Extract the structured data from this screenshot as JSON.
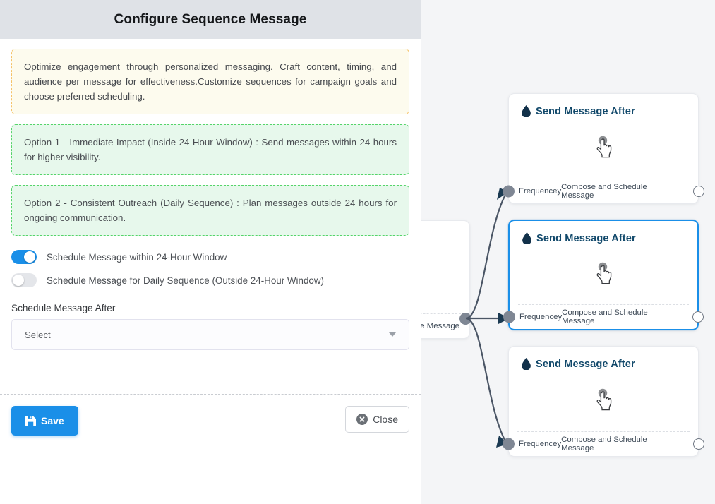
{
  "panel": {
    "title": "Configure Sequence Message",
    "notes": [
      {
        "kind": "info",
        "text": "Optimize engagement through personalized messaging. Craft content, timing, and audience per message for effectiveness.Customize sequences for campaign goals and choose preferred scheduling."
      },
      {
        "kind": "option",
        "text": "Option 1 - Immediate Impact (Inside 24-Hour Window) : Send messages within 24 hours for higher visibility."
      },
      {
        "kind": "option",
        "text": "Option 2 - Consistent Outreach (Daily Sequence) : Plan messages outside 24 hours for ongoing communication."
      }
    ],
    "toggles": [
      {
        "label": "Schedule Message within 24-Hour Window",
        "state": "on"
      },
      {
        "label": "Schedule Message for Daily Sequence (Outside 24-Hour Window)",
        "state": "off"
      }
    ],
    "field": {
      "label": "Schedule Message After",
      "value": "Select",
      "placeholder": "Select"
    },
    "footer": {
      "save_label": "Save",
      "close_label": "Close",
      "save_icon": "save-floppy-icon",
      "close_icon": "close-circle-icon"
    },
    "colors": {
      "header_bg": "#dfe2e7",
      "accent": "#1a8fe8",
      "info_border": "#f5c268",
      "info_bg": "#fdfbee",
      "option_border": "#55d46a",
      "option_bg": "#e7f8ec"
    }
  },
  "canvas": {
    "background": "#f4f5f7",
    "partial_node": {
      "foot_text": "ce Message"
    },
    "nodes": [
      {
        "title": "Send Message After",
        "icon": "water-drop-icon",
        "body_icon": "hand-pointer-icon",
        "foot_left": "Frequencey",
        "foot_right": "Compose and Schedule Message",
        "selected": false
      },
      {
        "title": "Send Message After",
        "icon": "water-drop-icon",
        "body_icon": "hand-pointer-icon",
        "foot_left": "Frequencey",
        "foot_right": "Compose and Schedule Message",
        "selected": true
      },
      {
        "title": "Send Message After",
        "icon": "water-drop-icon",
        "body_icon": "hand-pointer-icon",
        "foot_left": "Frequencey",
        "foot_right": "Compose and Schedule Message",
        "selected": false
      }
    ]
  }
}
